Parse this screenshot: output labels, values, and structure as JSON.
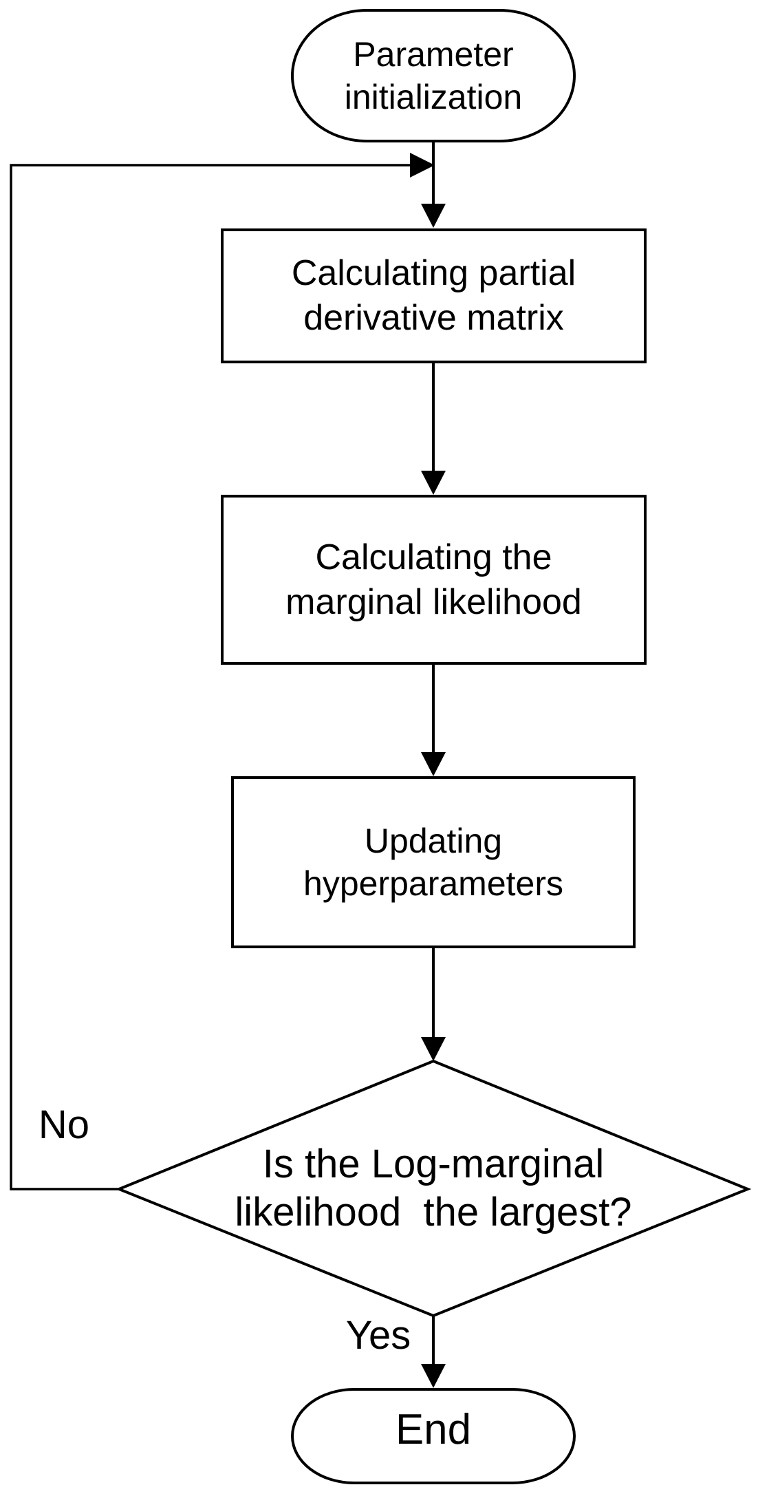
{
  "flowchart": {
    "nodes": {
      "start": {
        "type": "terminator",
        "line1": "Parameter",
        "line2": "initialization"
      },
      "step1": {
        "type": "process",
        "line1": "Calculating partial",
        "line2": "derivative matrix"
      },
      "step2": {
        "type": "process",
        "line1": "Calculating the",
        "line2": "marginal likelihood"
      },
      "step3": {
        "type": "process",
        "line1": "Updating",
        "line2": "hyperparameters"
      },
      "decision": {
        "type": "decision",
        "line1": "Is the Log-marginal",
        "line2": "likelihood  the largest?"
      },
      "end": {
        "type": "terminator",
        "line1": "End"
      }
    },
    "edges": {
      "no_label": "No",
      "yes_label": "Yes"
    },
    "colors": {
      "stroke": "#000000",
      "fill": "#ffffff",
      "text": "#000000"
    }
  }
}
